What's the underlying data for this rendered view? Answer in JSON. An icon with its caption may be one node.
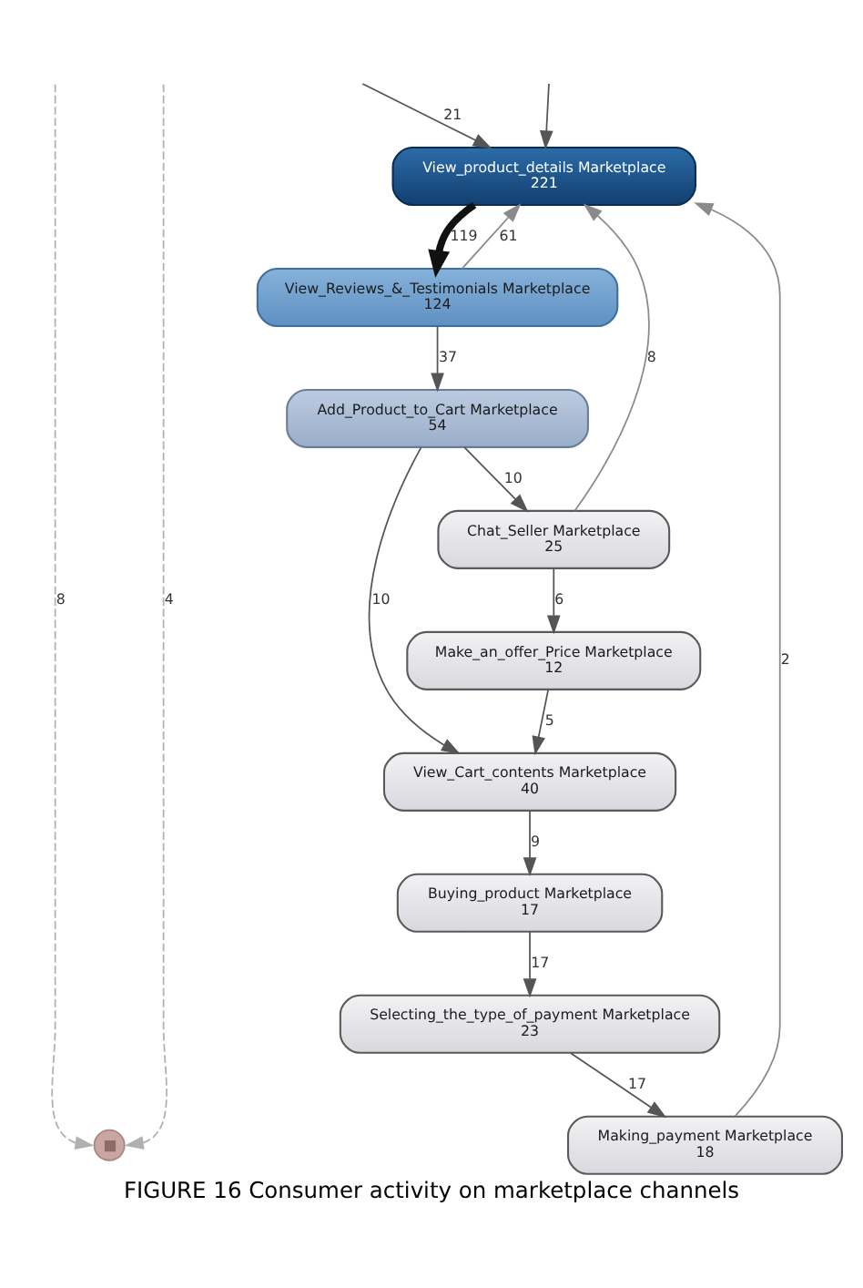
{
  "diagram": {
    "caption": "FIGURE 16 Consumer activity on marketplace channels",
    "nodes": [
      {
        "text": [
          "View_product_details Marketplace",
          "221"
        ]
      },
      {
        "text": [
          "View_Reviews_&_Testimonials Marketplace",
          "124"
        ]
      },
      {
        "text": [
          "Add_Product_to_Cart Marketplace",
          "54"
        ]
      },
      {
        "text": [
          "Chat_Seller Marketplace",
          "25"
        ]
      },
      {
        "text": [
          "Make_an_offer_Price Marketplace",
          "12"
        ]
      },
      {
        "text": [
          "View_Cart_contents Marketplace",
          "40"
        ]
      },
      {
        "text": [
          "Buying_product Marketplace",
          "17"
        ]
      },
      {
        "text": [
          "Selecting_the_type_of_payment Marketplace",
          "23"
        ]
      },
      {
        "text": [
          "Making_payment Marketplace",
          "18"
        ]
      },
      {
        "text": [],
        "shape": "circle"
      }
    ],
    "edges": [
      {
        "from": null,
        "to": 0,
        "arrow": "to",
        "label": "21"
      },
      {
        "from": null,
        "to": 0,
        "arrow": "to"
      },
      {
        "from": 0,
        "to": 1,
        "arrow": "to",
        "label": "119",
        "style": "thick",
        "color": "#111111"
      },
      {
        "from": 1,
        "to": 0,
        "arrow": "to",
        "label": "61",
        "color": "#8a8a8a"
      },
      {
        "from": 1,
        "to": 2,
        "arrow": "to",
        "label": "37"
      },
      {
        "from": 2,
        "to": 3,
        "arrow": "to",
        "label": "10"
      },
      {
        "from": 3,
        "to": 0,
        "arrow": "to",
        "label": "8",
        "color": "#8a8a8a"
      },
      {
        "from": 2,
        "to": 5,
        "arrow": "to",
        "label": "10"
      },
      {
        "from": 3,
        "to": 4,
        "arrow": "to",
        "label": "6"
      },
      {
        "from": 4,
        "to": 5,
        "arrow": "to",
        "label": "5"
      },
      {
        "from": 5,
        "to": 6,
        "arrow": "to",
        "label": "9"
      },
      {
        "from": 6,
        "to": 7,
        "arrow": "to",
        "label": "17"
      },
      {
        "from": 7,
        "to": 8,
        "arrow": "to",
        "label": "17"
      },
      {
        "from": 8,
        "to": 0,
        "arrow": "to",
        "label": "2",
        "color": "#8a8a8a"
      },
      {
        "from": null,
        "to": 9,
        "arrow": "to",
        "label": "4",
        "style": "dashed",
        "color": "#b0b0b0"
      },
      {
        "from": null,
        "to": 9,
        "arrow": "to",
        "label": "8",
        "style": "dashed",
        "color": "#b0b0b0"
      }
    ]
  }
}
